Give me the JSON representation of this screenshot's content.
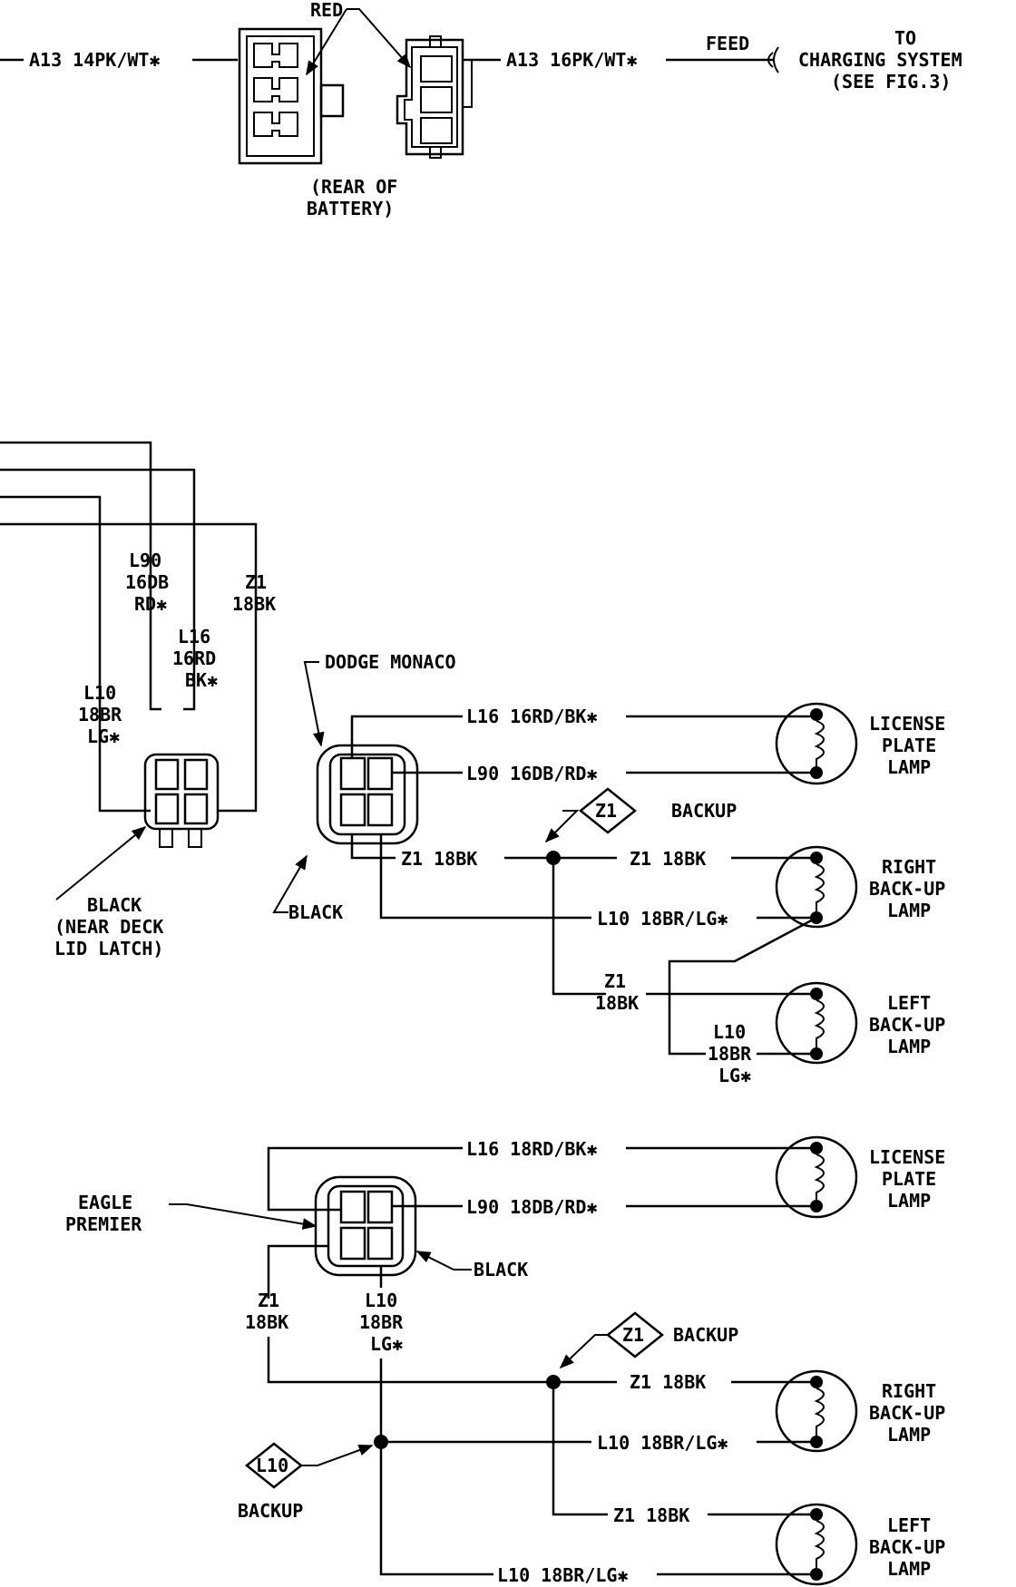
{
  "battery": {
    "red": "RED",
    "left_wire": "A13 14PK/WT✱",
    "right_wire": "A13 16PK/WT✱",
    "feed": "FEED",
    "to": [
      "TO",
      "CHARGING SYSTEM",
      "(SEE FIG.3)"
    ],
    "location": [
      "(REAR OF",
      "BATTERY)"
    ]
  },
  "deck": {
    "l90": [
      "L90",
      "16DB",
      "RD✱"
    ],
    "z1": [
      "Z1",
      "18BK"
    ],
    "l16": [
      "L16",
      "16RD",
      "BK✱"
    ],
    "l10": [
      "L10",
      "18BR",
      "LG✱"
    ],
    "caption": [
      "BLACK",
      "(NEAR DECK",
      "LID LATCH)"
    ]
  },
  "monaco": {
    "title": "DODGE MONACO",
    "l16": "L16 16RD/BK✱",
    "l90": "L90 16DB/RD✱",
    "splice": "Z1",
    "backup": "BACKUP",
    "z1_left": "Z1 18BK",
    "z1_right": "Z1 18BK",
    "l10": "L10 18BR/LG✱",
    "black": "BLACK",
    "z1_lower": [
      "Z1",
      "18BK"
    ],
    "l10_lower": [
      "L10",
      "18BR",
      "LG✱"
    ],
    "license": [
      "LICENSE",
      "PLATE",
      "LAMP"
    ],
    "right_backup": [
      "RIGHT",
      "BACK-UP",
      "LAMP"
    ],
    "left_backup": [
      "LEFT",
      "BACK-UP",
      "LAMP"
    ]
  },
  "eagle": {
    "title": [
      "EAGLE",
      "PREMIER"
    ],
    "l16": "L16 18RD/BK✱",
    "l90": "L90 18DB/RD✱",
    "black": "BLACK",
    "z1": [
      "Z1",
      "18BK"
    ],
    "l10": [
      "L10",
      "18BR",
      "LG✱"
    ],
    "splice": "Z1",
    "backup": "BACKUP",
    "z1_right": "Z1 18BK",
    "l10_right": "L10 18BR/LG✱",
    "l10_splice": "L10",
    "l10_backup": "BACKUP",
    "z1_lower": "Z1 18BK",
    "l10_lower": "L10 18BR/LG✱",
    "license": [
      "LICENSE",
      "PLATE",
      "LAMP"
    ],
    "right_backup": [
      "RIGHT",
      "BACK-UP",
      "LAMP"
    ],
    "left_backup": [
      "LEFT",
      "BACK-UP",
      "LAMP"
    ]
  }
}
